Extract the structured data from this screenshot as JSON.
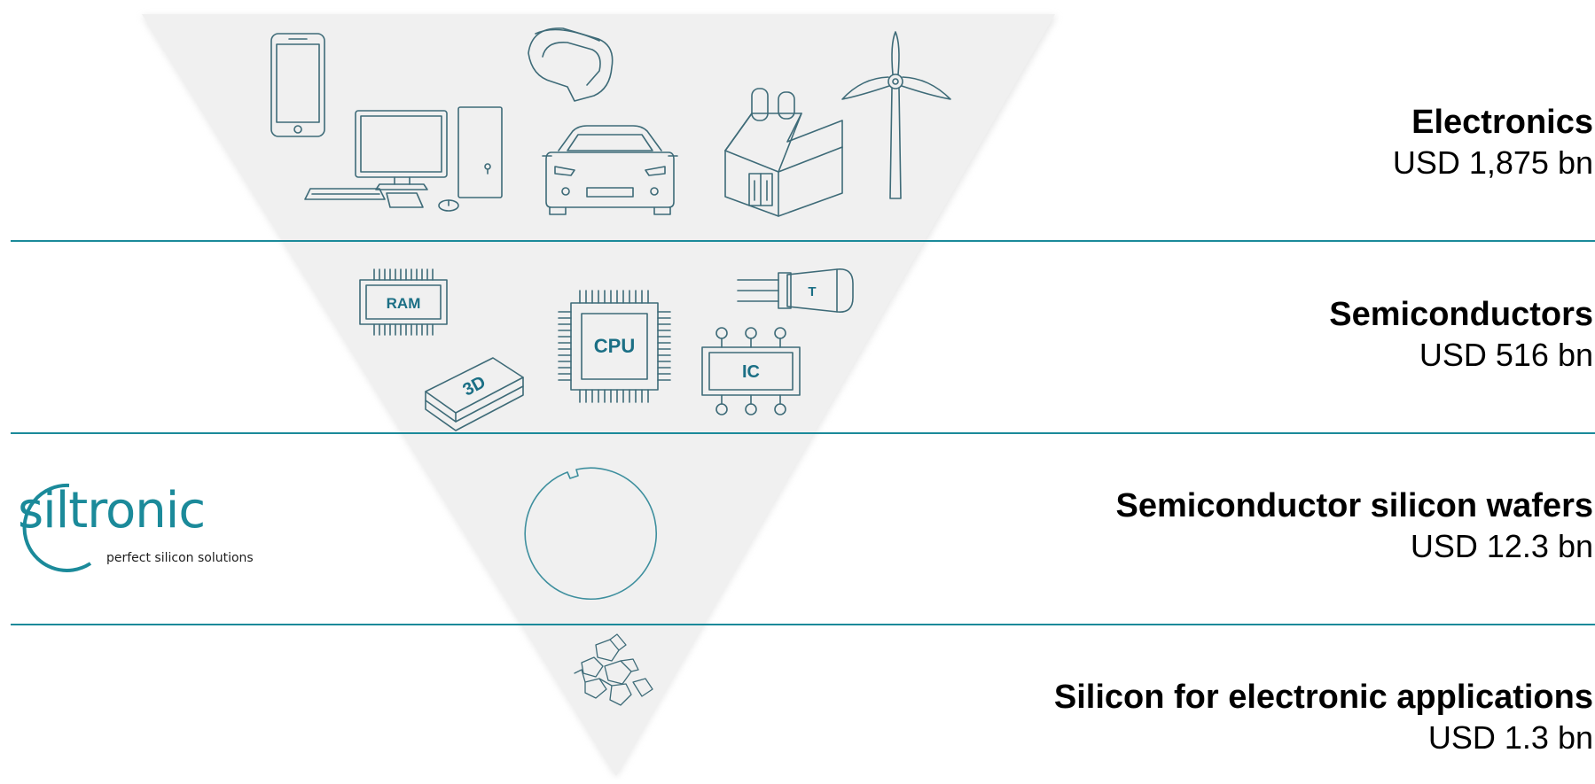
{
  "tiers": [
    {
      "title": "Electronics",
      "value": "USD 1,875 bn"
    },
    {
      "title": "Semiconductors",
      "value": "USD 516 bn"
    },
    {
      "title": "Semiconductor silicon wafers",
      "value": "USD 12.3 bn"
    },
    {
      "title": "Silicon for electronic applications",
      "value": "USD 1.3 bn"
    }
  ],
  "logo": {
    "wordmark": "siltronic",
    "tagline": "perfect silicon solutions"
  },
  "icons": {
    "ram": "RAM",
    "cpu": "CPU",
    "ic": "IC",
    "transistor": "T",
    "stacked": "3D"
  },
  "colors": {
    "line": "#1b8a9a",
    "icon_stroke": "#3e6b78",
    "accent_text": "#1b6f85",
    "triangle": "#efefef"
  }
}
